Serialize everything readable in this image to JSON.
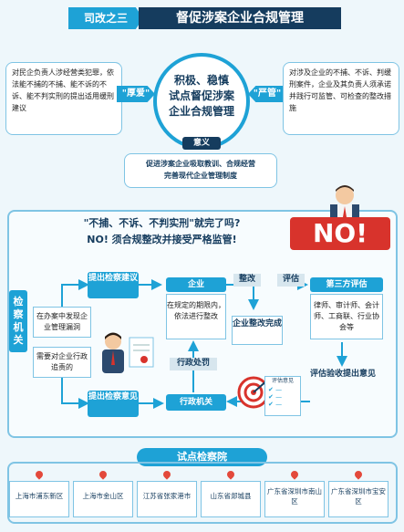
{
  "header": {
    "tag": "司改之三",
    "title": "督促涉案企业合规管理"
  },
  "center_circle": {
    "line1": "积极、稳慎",
    "line2": "试点督促涉案",
    "line3": "企业合规管理"
  },
  "left_arrow_label": "\"厚爱\"",
  "right_arrow_label": "\"严管\"",
  "left_box": "对民企负责人涉经营类犯罪，依法能不捕的不捕、能不诉的不诉、能不判实刑的提出适用缓刑建议",
  "right_box": "对涉及企业的不捕、不诉、判缓刑案件，企业及其负责人须承诺并践行可监管、可检查的整改措施",
  "meaning_label": "意义",
  "meaning_text": {
    "line1": "促进涉案企业吸取教训、合规经营",
    "line2": "完善现代企业管理制度"
  },
  "slogan": {
    "line1": "\"不捕、不诉、不判实刑\"就完了吗?",
    "line2": "NO! 须合规整改并接受严格监管!"
  },
  "no_graphic": "NO!",
  "flow": {
    "vertical_label": "检察机关",
    "suggestion_top": "提出检察建议",
    "found_case": "在办案中发现企业管理漏洞",
    "admin_liability": "需要对企业行政追责的",
    "suggestion_bottom": "提出检察意见",
    "enterprise_title": "企业",
    "enterprise_text": "在规定的期限内，依法进行整改",
    "rectify": "整改",
    "evaluate": "评估",
    "rectify_done": "企业整改完成",
    "third_party_title": "第三方评估",
    "third_party_text": "律师、审计师、会计师、工商联、行业协会等",
    "admin_penalty": "行政处罚",
    "admin_organ": "行政机关",
    "review": "评估验收提出意见",
    "checklist_title": "评估意见"
  },
  "pilot": {
    "title": "试点检察院",
    "sites": [
      "上海市浦东新区",
      "上海市金山区",
      "江苏省张家港市",
      "山东省郯城县",
      "广东省深圳市南山区",
      "广东省深圳市宝安区"
    ]
  },
  "colors": {
    "accent": "#1ea2d6",
    "navy": "#153c5e",
    "pin": "#e3493b",
    "no_red": "#d8332c"
  }
}
